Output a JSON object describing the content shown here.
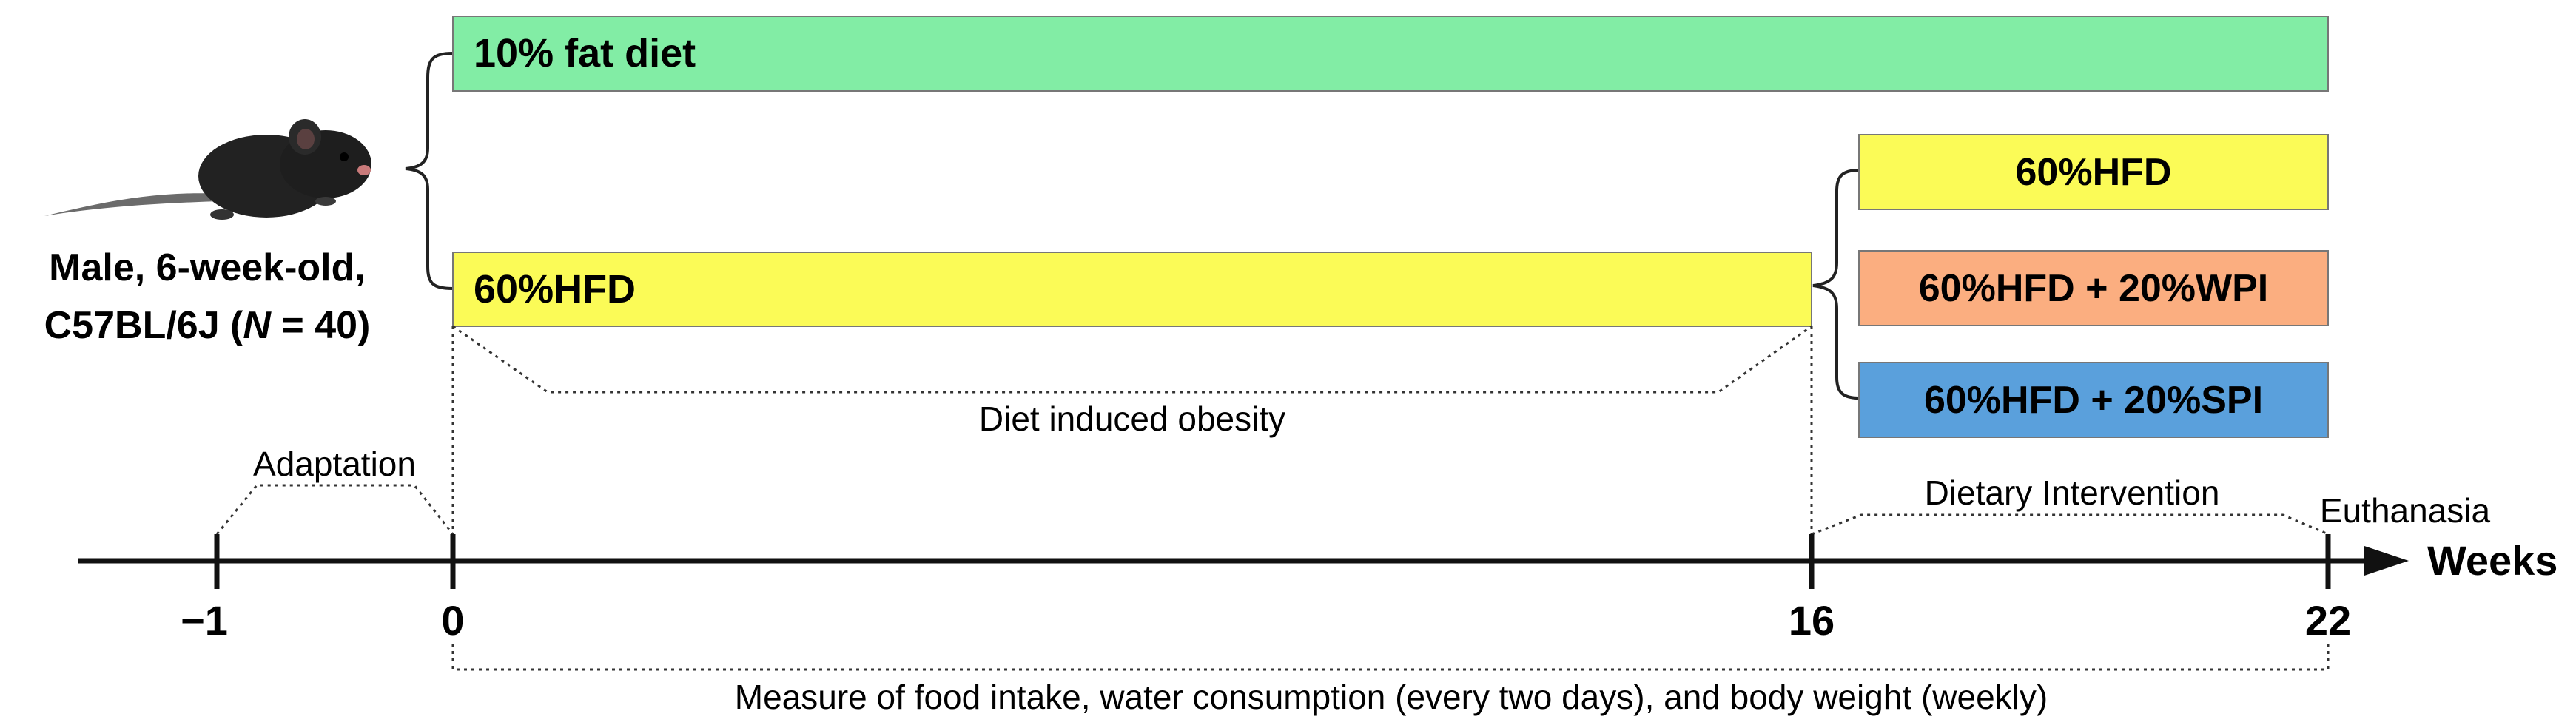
{
  "subject": {
    "line1": "Male, 6-week-old,",
    "line2_prefix": "C57BL/6J (",
    "line2_italic": "N",
    "line2_suffix": " = 40)"
  },
  "diets": {
    "control": "10% fat diet",
    "hfd_induction": "60%HFD",
    "intervention": [
      "60%HFD",
      "60%HFD + 20%WPI",
      "60%HFD + 20%SPI"
    ]
  },
  "phases": {
    "adaptation": "Adaptation",
    "obesity": "Diet induced obesity",
    "intervention": "Dietary Intervention",
    "endpoint": "Euthanasia"
  },
  "axis": {
    "label": "Weeks",
    "ticks": [
      "−1",
      "0",
      "16",
      "22"
    ]
  },
  "measurement": "Measure of food intake, water consumption (every two days), and body weight (weekly)",
  "colors": {
    "control": "#82eda5",
    "hfd": "#fbfb57",
    "wpi": "#fbae80",
    "spi": "#5aa0dc",
    "stroke": "#333333"
  }
}
